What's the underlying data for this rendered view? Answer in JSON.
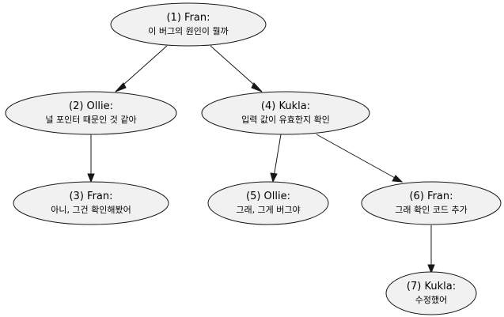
{
  "diagram": {
    "nodes": [
      {
        "id": "n1",
        "title": "(1) Fran:",
        "text": "이 버그의 원인이 뭘까"
      },
      {
        "id": "n2",
        "title": "(2) Ollie:",
        "text": "널 포인터 때문인 것 같아"
      },
      {
        "id": "n3",
        "title": "(3) Fran:",
        "text": "아니, 그건 확인해봤어"
      },
      {
        "id": "n4",
        "title": "(4) Kukla:",
        "text": "입력 값이 유효한지 확인"
      },
      {
        "id": "n5",
        "title": "(5) Ollie:",
        "text": "그래, 그게 버그야"
      },
      {
        "id": "n6",
        "title": "(6) Fran:",
        "text": "그래 확인 코드 추가"
      },
      {
        "id": "n7",
        "title": "(7) Kukla:",
        "text": "수정했어"
      }
    ],
    "edges": [
      {
        "from": "n1",
        "to": "n2"
      },
      {
        "from": "n1",
        "to": "n4"
      },
      {
        "from": "n2",
        "to": "n3"
      },
      {
        "from": "n4",
        "to": "n5"
      },
      {
        "from": "n4",
        "to": "n6"
      },
      {
        "from": "n6",
        "to": "n7"
      }
    ],
    "colors": {
      "node_fill": "#f1f1f1",
      "node_stroke": "#181818",
      "edge": "#181818"
    }
  }
}
